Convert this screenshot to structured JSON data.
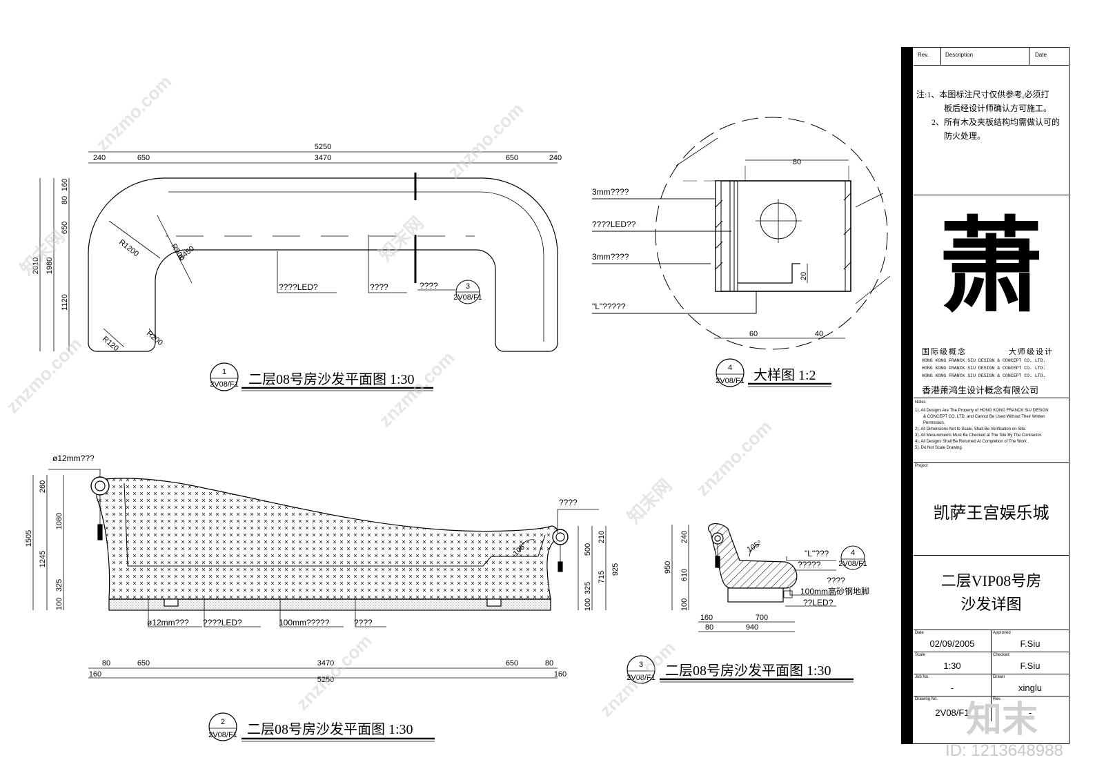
{
  "view1": {
    "title": "二层08号房沙发平面图 1:30",
    "tag_num": "1",
    "tag_ref": "2V08/F1",
    "top_dims": [
      "240",
      "650",
      "3470",
      "650",
      "240"
    ],
    "overall": "5250",
    "left_dims": [
      "2010",
      "1980",
      "160",
      "80",
      "650",
      "1120"
    ],
    "radii": [
      "R1200",
      "R900",
      "R450",
      "R120",
      "R200"
    ],
    "labels": [
      "????LED?",
      "????",
      "????"
    ],
    "callout_num": "3",
    "callout_ref": "2V08/F1"
  },
  "view4": {
    "title": "大样图 1:2",
    "tag_num": "4",
    "tag_ref": "2V08/F1",
    "labels": [
      "3mm????",
      "????LED??",
      "3mm????",
      "\"L\"?????"
    ],
    "dims": [
      "80",
      "20",
      "60",
      "40"
    ]
  },
  "view2": {
    "title": "二层08号房沙发平面图 1:30",
    "tag_num": "2",
    "tag_ref": "2V08/F1",
    "top_label": "ø12mm???",
    "right_label": "????",
    "left_dims": [
      "1505",
      "1245",
      "260",
      "1080",
      "325",
      "100"
    ],
    "right_dims": [
      "210",
      "500",
      "925",
      "715",
      "325",
      "100"
    ],
    "angle": "105°",
    "bottom_labels": [
      "ø12mm???",
      "????LED?",
      "100mm?????",
      "????"
    ],
    "bottom_dims": [
      "80",
      "650",
      "3470",
      "650",
      "80"
    ],
    "bottom_ends": [
      "160",
      "160"
    ],
    "overall": "5250"
  },
  "view3": {
    "title": "二层08号房沙发平面图 1:30",
    "tag_num": "3",
    "tag_ref": "2V08/F1",
    "left_dims": [
      "950",
      "240",
      "610",
      "100"
    ],
    "angle": "105°",
    "labels": [
      "\"L\"???",
      "?????",
      "????",
      "100mm高砂钢地脚",
      "??LED?"
    ],
    "callout_num": "4",
    "callout_ref": "2V08/F1",
    "bottom_dims": [
      "160",
      "700",
      "80",
      "940"
    ]
  },
  "titleblock": {
    "rev": "Rev.",
    "description": "Description",
    "date_col": "Date",
    "notes_cn": [
      "注:1、本图标注尺寸仅供参考,必须打",
      "板后经设计师确认方可施工。",
      "2、所有木及夹板结构均需做认可的",
      "防火处理。"
    ],
    "logo_char": "萧",
    "slogan_left": "国际级概念",
    "slogan_right": "大师级设计",
    "company_en": [
      "HONG KONG FRANCK SIU DESIGN & CONCEPT CO. LTD.",
      "HONG KONG FRANCK SIU DESIGN & CONCEPT CO. LTD.",
      "HONG KONG FRANCK SIU DESIGN & CONCEPT CO. LTD."
    ],
    "company_cn": "香港萧鸿生设计概念有限公司",
    "notes_label": "Notes",
    "notes_en": [
      "1). All Designs Are The Property of HONG KONG FRANCK SIU DESIGN",
      "& CONCEPT CO. LTD. and Cannot Be Used Without Their Written",
      "Permission.",
      "2). All Dimensions Not to Scale, Shall Be Verification on Site.",
      "3). All Mesurements Must Be Checked at The Site By The Contractor.",
      "4). All Designs Shall Be Returned At Completion of The Work .",
      "5). Do Not Scale Drawing."
    ],
    "project_label": "Project",
    "project": "凯萨王宫娱乐城",
    "sheet_title": [
      "二层VIP08号房",
      "沙发详图"
    ],
    "date_label": "Date",
    "date": "02/09/2005",
    "approved_label": "Approved",
    "approved": "F.Siu",
    "scale_label": "Scale",
    "scale": "1:30",
    "checked_label": "Checked",
    "checked": "F.Siu",
    "job_label": "Job No.",
    "job": "-",
    "drawn_label": "Drawn",
    "drawn": "xinglu",
    "drawing_label": "Drawing No.",
    "drawing": "2V08/F1",
    "rev_label": "Rev.",
    "rev_val": "-"
  },
  "watermark": {
    "site": "znzmo.com",
    "brand": "知末网",
    "logo": "知末",
    "id": "ID: 1213648988"
  }
}
